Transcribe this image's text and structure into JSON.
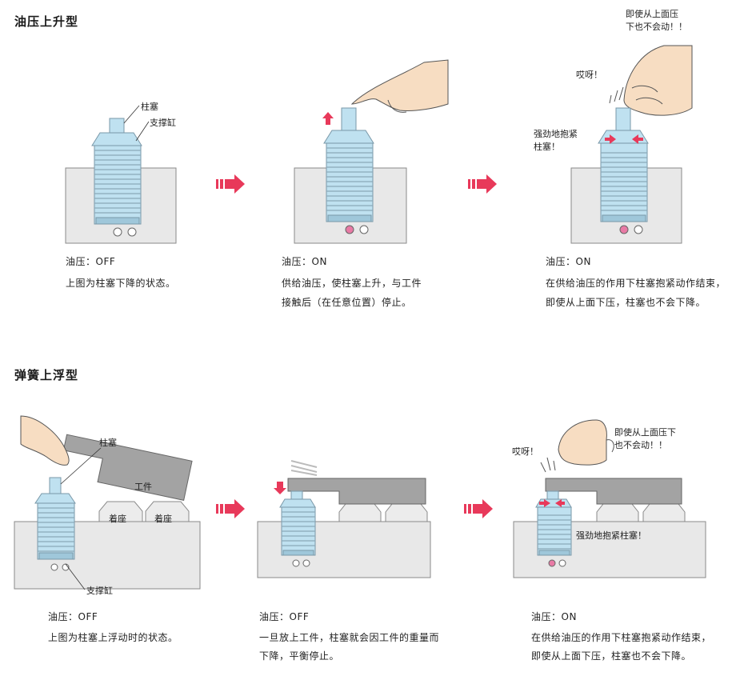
{
  "sections": [
    {
      "title": "油压上升型",
      "panels": [
        {
          "status": "油压：OFF",
          "lines": [
            "上图为柱塞下降的状态。"
          ]
        },
        {
          "status": "油压：ON",
          "lines": [
            "供给油压，使柱塞上升，与工件",
            "接触后（在任意位置）停止。"
          ]
        },
        {
          "status": "油压：ON",
          "lines": [
            "在供给油压的作用下柱塞抱紧动作结束，",
            "即使从上面下压，柱塞也不会下降。"
          ]
        }
      ],
      "labels": {
        "plunger": "柱塞",
        "cylinder": "支撑缸",
        "ouch": "哎呀！",
        "press_note": [
          "即使从上面压",
          "下也不会动！！"
        ],
        "clamp_note": [
          "强劲地抱紧",
          "柱塞！"
        ]
      }
    },
    {
      "title": "弹簧上浮型",
      "panels": [
        {
          "status": "油压：OFF",
          "lines": [
            "上图为柱塞上浮动时的状态。"
          ]
        },
        {
          "status": "油压：OFF",
          "lines": [
            "一旦放上工件，柱塞就会因工件的重量而",
            "下降，平衡停止。"
          ]
        },
        {
          "status": "油压：ON",
          "lines": [
            "在供给油压的作用下柱塞抱紧动作结束，",
            "即使从上面下压，柱塞也不会下降。"
          ]
        }
      ],
      "labels": {
        "plunger": "柱塞",
        "workpiece": "工件",
        "seat": "着座",
        "cylinder": "支撑缸",
        "ouch": "哎呀！",
        "press_note": [
          "即使从上面压下",
          "也不会动！！"
        ],
        "clamp_note": "强劲地抱紧柱塞！"
      }
    }
  ],
  "colors": {
    "body": "#bfe1f0",
    "base": "#e8e8e8",
    "workpiece": "#a3a3a3",
    "arrow": "#e8395a",
    "pin_pink": "#e87aa5"
  }
}
